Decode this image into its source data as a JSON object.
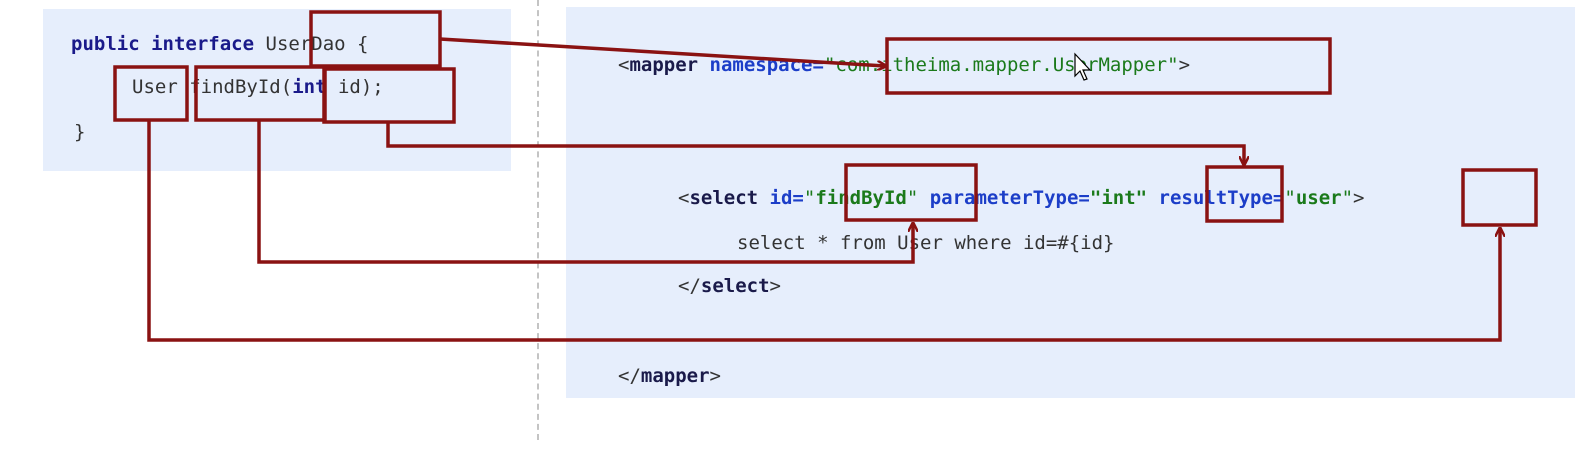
{
  "colors": {
    "panel_bg": "#e6eefc",
    "box_stroke": "#8a1212",
    "keyword": "#1a1a8a",
    "attribute": "#1c3ec8",
    "string": "#1b7a1b"
  },
  "java": {
    "kw_public": "public",
    "kw_interface": "interface",
    "iface_name": "UserDao",
    "open_brace": "{",
    "return_type": "User",
    "method_name": "findById",
    "paren_open": "(",
    "param_type": "int",
    "param_rest": " id);",
    "close_brace": "}"
  },
  "xml": {
    "mapper_open_lt": "<",
    "mapper_tag": "mapper",
    "namespace_attr": " namespace=",
    "namespace_open_quote": "\"",
    "namespace_value": "com.itheima.mapper.UserMapper",
    "namespace_close_quote": "\"",
    "mapper_open_gt": ">",
    "select_lt": "<",
    "select_tag": "select",
    "id_attr": " id=",
    "id_open_quote": "\"",
    "id_value": "findById",
    "id_close_quote": "\"",
    "param_attr": " parameterType=",
    "param_value": "\"int\"",
    "result_attr": " resultType=",
    "result_open_quote": "\"",
    "result_value": "user",
    "result_close_quote": "\"",
    "select_gt": ">",
    "sql": "select * from User where id=#{id}",
    "select_close_lt": "</",
    "select_close_tag": "select",
    "select_close_gt": ">",
    "mapper_close_lt": "</",
    "mapper_close_tag": "mapper",
    "mapper_close_gt": ">"
  }
}
